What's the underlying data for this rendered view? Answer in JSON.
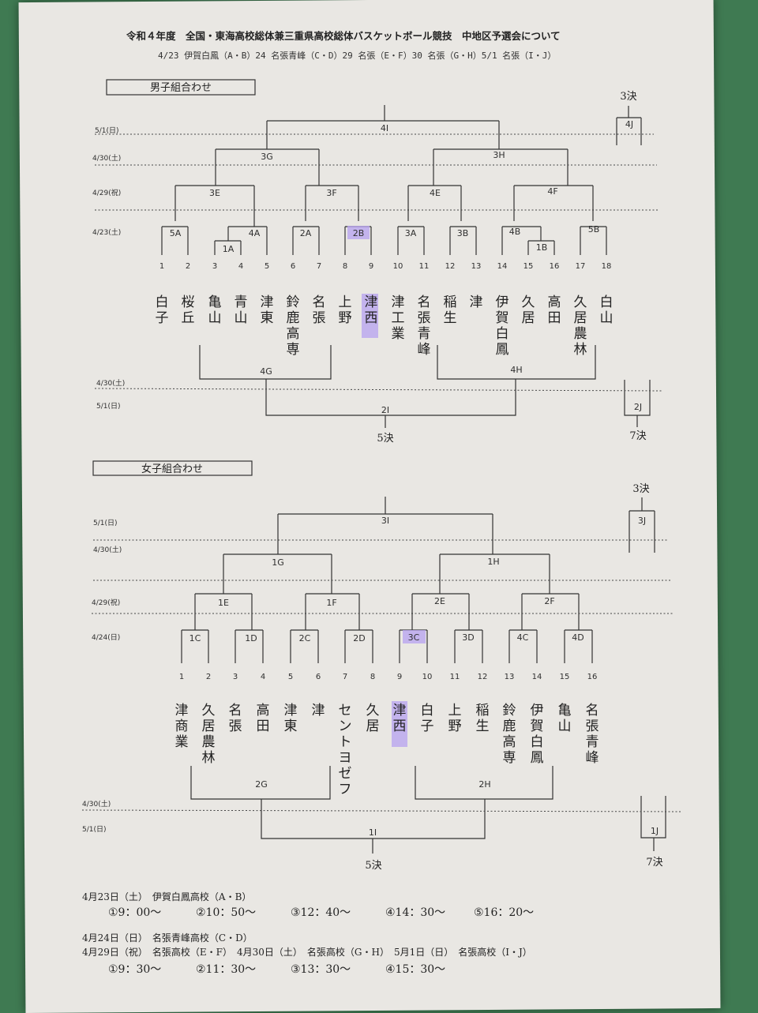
{
  "document": {
    "title": "令和４年度　全国・東海高校総体兼三重県高校総体バスケットボール競技　中地区予選会について",
    "schedule_line": "4/23 伊賀白鳳（A・B）24 名張青峰（C・D）29 名張（E・F）30 名張（G・H）5/1 名張（I・J）"
  },
  "boys": {
    "heading": "男子組合わせ",
    "date_labels": [
      "5/1(日)",
      "4/30(土)",
      "4/29(祝)",
      "4/23(土)"
    ],
    "lower_date_labels": [
      "4/30(土)",
      "5/1(日)"
    ],
    "match_labels": [
      "4I",
      "3G",
      "3H",
      "3E",
      "3F",
      "4E",
      "4F",
      "5A",
      "1A",
      "4A",
      "2A",
      "2B",
      "3A",
      "3B",
      "4B",
      "1B",
      "5B",
      "4G",
      "4H",
      "2I",
      "4J",
      "2J"
    ],
    "teams": [
      {
        "no": "1",
        "name": "白子"
      },
      {
        "no": "2",
        "name": "桜丘"
      },
      {
        "no": "3",
        "name": "亀山"
      },
      {
        "no": "4",
        "name": "青山"
      },
      {
        "no": "5",
        "name": "津東"
      },
      {
        "no": "6",
        "name": "鈴鹿高専"
      },
      {
        "no": "7",
        "name": "名張"
      },
      {
        "no": "8",
        "name": "上野"
      },
      {
        "no": "9",
        "name": "津西"
      },
      {
        "no": "10",
        "name": "津工業"
      },
      {
        "no": "11",
        "name": "名張青峰"
      },
      {
        "no": "12",
        "name": "稲生"
      },
      {
        "no": "13",
        "name": "津"
      },
      {
        "no": "14",
        "name": "伊賀白鳳"
      },
      {
        "no": "15",
        "name": "久居"
      },
      {
        "no": "16",
        "name": "高田"
      },
      {
        "no": "17",
        "name": "久居農林"
      },
      {
        "no": "18",
        "name": "白山"
      }
    ],
    "third_place": "3決",
    "fifth_place": "5決",
    "seventh_place": "7決"
  },
  "girls": {
    "heading": "女子組合わせ",
    "date_labels": [
      "5/1(日)",
      "4/30(土)",
      "4/29(祝)",
      "4/24(日)"
    ],
    "lower_date_labels": [
      "4/30(土)",
      "5/1(日)"
    ],
    "match_labels": [
      "3I",
      "1G",
      "1H",
      "1E",
      "1F",
      "2E",
      "2F",
      "1C",
      "1D",
      "2C",
      "2D",
      "3C",
      "3D",
      "4C",
      "4D",
      "2G",
      "2H",
      "1I",
      "3J",
      "1J"
    ],
    "teams": [
      {
        "no": "1",
        "name": "津商業"
      },
      {
        "no": "2",
        "name": "久居農林"
      },
      {
        "no": "3",
        "name": "名張"
      },
      {
        "no": "4",
        "name": "高田"
      },
      {
        "no": "5",
        "name": "津東"
      },
      {
        "no": "6",
        "name": "津"
      },
      {
        "no": "7",
        "name": "セントヨゼフ"
      },
      {
        "no": "8",
        "name": "久居"
      },
      {
        "no": "9",
        "name": "津西"
      },
      {
        "no": "10",
        "name": "白子"
      },
      {
        "no": "11",
        "name": "上野"
      },
      {
        "no": "12",
        "name": "稲生"
      },
      {
        "no": "13",
        "name": "鈴鹿高専"
      },
      {
        "no": "14",
        "name": "伊賀白鳳"
      },
      {
        "no": "15",
        "name": "亀山"
      },
      {
        "no": "16",
        "name": "名張青峰"
      }
    ],
    "third_place": "3決",
    "fifth_place": "5決",
    "seventh_place": "7決"
  },
  "times": {
    "venue1": "4月23日（土）　伊賀白鳳高校（A・B）",
    "slots1": [
      "①9：00～",
      "②10：50～",
      "③12：40～",
      "④14：30～",
      "⑤16：20～"
    ],
    "venue2": "4月24日（日）　名張青峰高校（C・D）",
    "venue3": "4月29日（祝）　名張高校（E・F）　4月30日（土）　名張高校（G・H）　5月1日（日）　名張高校（I・J）",
    "slots2": [
      "①9：30～",
      "②11：30～",
      "③13：30～",
      "④15：30～"
    ]
  },
  "highlight_color": "#b9a6ef"
}
